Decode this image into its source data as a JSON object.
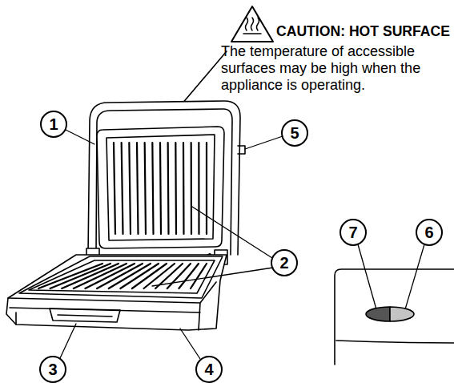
{
  "diagram": {
    "labels": [
      "CAUTION: HOT SURFACE",
      "The temperature of accessible surfaces may be high when the appliance is operating.",
      "1",
      "5",
      "2",
      "7",
      "6",
      "3",
      "4"
    ]
  }
}
